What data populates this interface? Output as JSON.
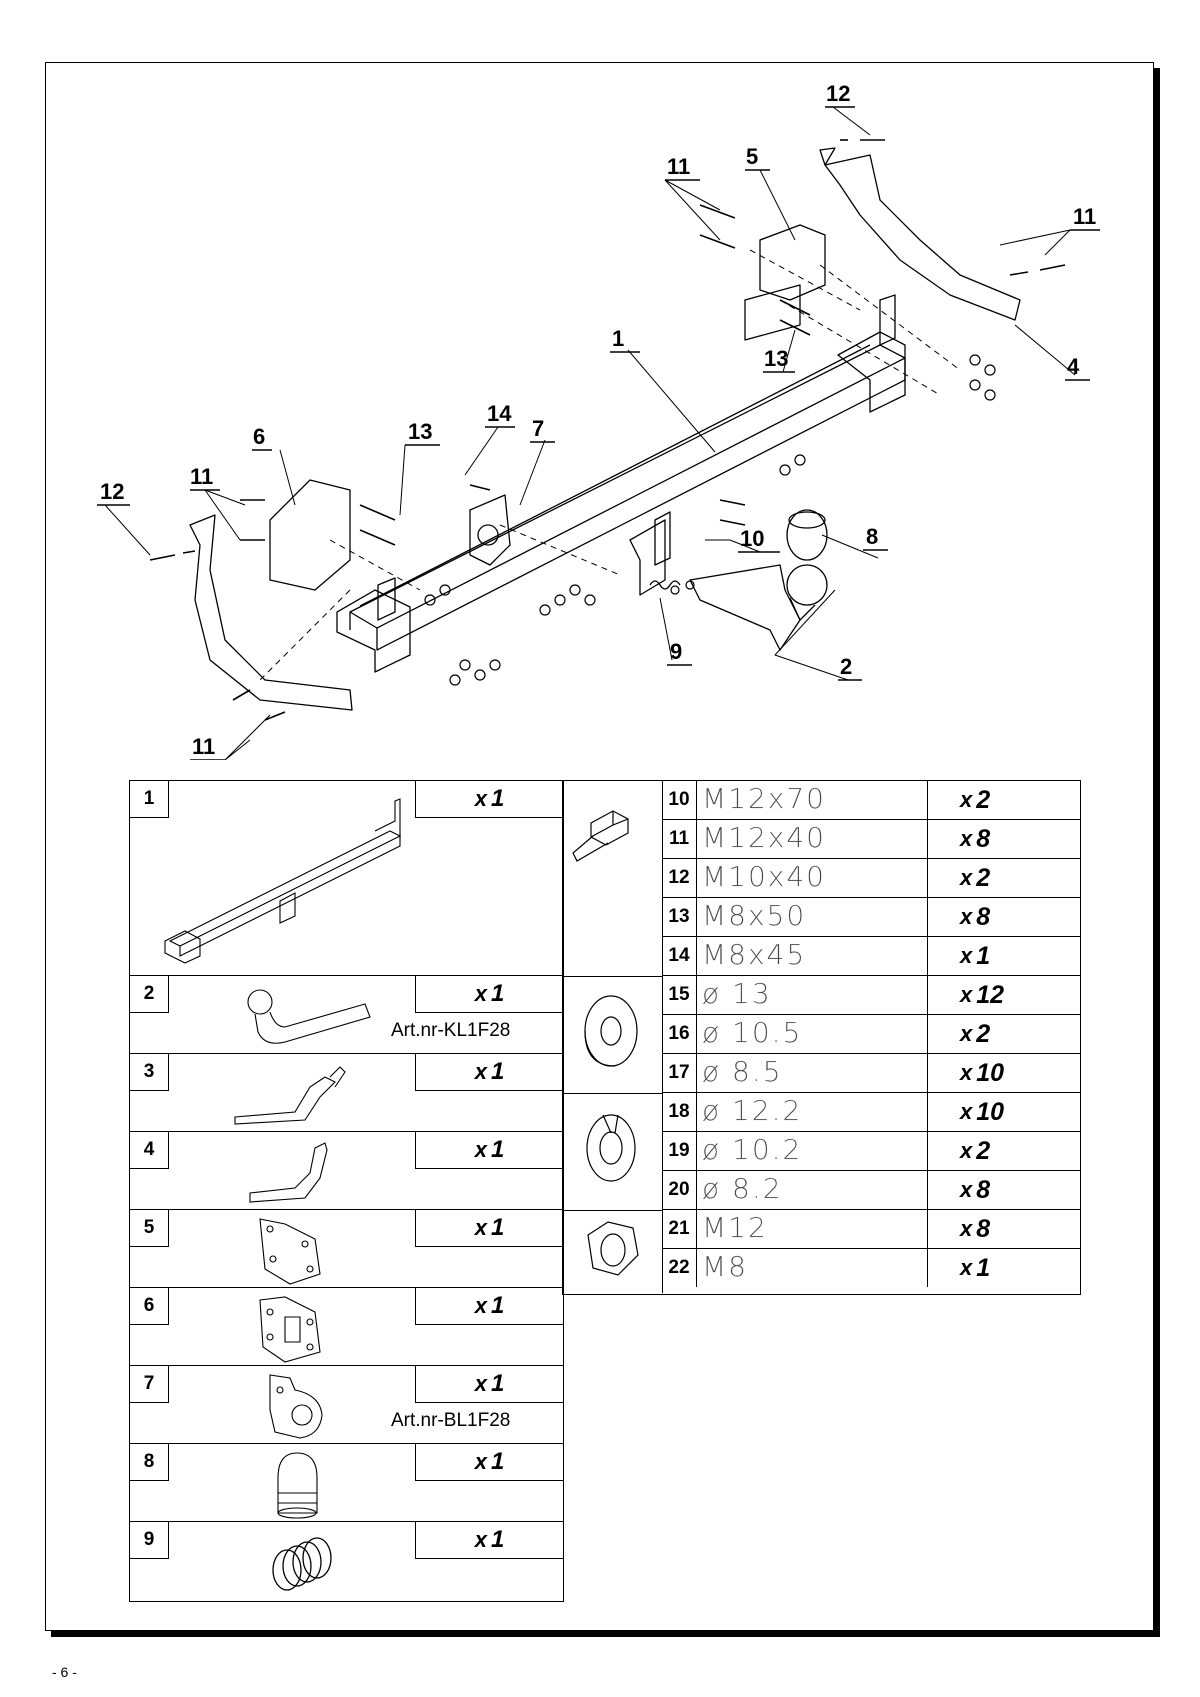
{
  "page": {
    "page_number": "- 6 -"
  },
  "diagram": {
    "callouts": [
      "1",
      "2",
      "4",
      "5",
      "6",
      "7",
      "8",
      "9",
      "10",
      "11",
      "11",
      "11",
      "11",
      "12",
      "12",
      "13",
      "13",
      "14"
    ]
  },
  "parts_left": [
    {
      "num": "1",
      "qty_prefix": "x",
      "qty": "1",
      "art": ""
    },
    {
      "num": "2",
      "qty_prefix": "x",
      "qty": "1",
      "art": "Art.nr-KL1F28"
    },
    {
      "num": "3",
      "qty_prefix": "x",
      "qty": "1",
      "art": ""
    },
    {
      "num": "4",
      "qty_prefix": "x",
      "qty": "1",
      "art": ""
    },
    {
      "num": "5",
      "qty_prefix": "x",
      "qty": "1",
      "art": ""
    },
    {
      "num": "6",
      "qty_prefix": "x",
      "qty": "1",
      "art": ""
    },
    {
      "num": "7",
      "qty_prefix": "x",
      "qty": "1",
      "art": "Art.nr-BL1F28"
    },
    {
      "num": "8",
      "qty_prefix": "x",
      "qty": "1",
      "art": ""
    },
    {
      "num": "9",
      "qty_prefix": "x",
      "qty": "1",
      "art": ""
    }
  ],
  "parts_right": [
    {
      "num": "10",
      "spec": "M12x70",
      "qty_prefix": "x",
      "qty": "2"
    },
    {
      "num": "11",
      "spec": "M12x40",
      "qty_prefix": "x",
      "qty": "8"
    },
    {
      "num": "12",
      "spec": "M10x40",
      "qty_prefix": "x",
      "qty": "2"
    },
    {
      "num": "13",
      "spec": "M8x50",
      "qty_prefix": "x",
      "qty": "8"
    },
    {
      "num": "14",
      "spec": "M8x45",
      "qty_prefix": "x",
      "qty": "1"
    },
    {
      "num": "15",
      "spec": "ø 13",
      "qty_prefix": "x",
      "qty": "12"
    },
    {
      "num": "16",
      "spec": "ø 10.5",
      "qty_prefix": "x",
      "qty": "2"
    },
    {
      "num": "17",
      "spec": "ø 8.5",
      "qty_prefix": "x",
      "qty": "10"
    },
    {
      "num": "18",
      "spec": "ø 12.2",
      "qty_prefix": "x",
      "qty": "10"
    },
    {
      "num": "19",
      "spec": "ø 10.2",
      "qty_prefix": "x",
      "qty": "2"
    },
    {
      "num": "20",
      "spec": "ø 8.2",
      "qty_prefix": "x",
      "qty": "8"
    },
    {
      "num": "21",
      "spec": "M12",
      "qty_prefix": "x",
      "qty": "8"
    },
    {
      "num": "22",
      "spec": "M8",
      "qty_prefix": "x",
      "qty": "1"
    }
  ]
}
